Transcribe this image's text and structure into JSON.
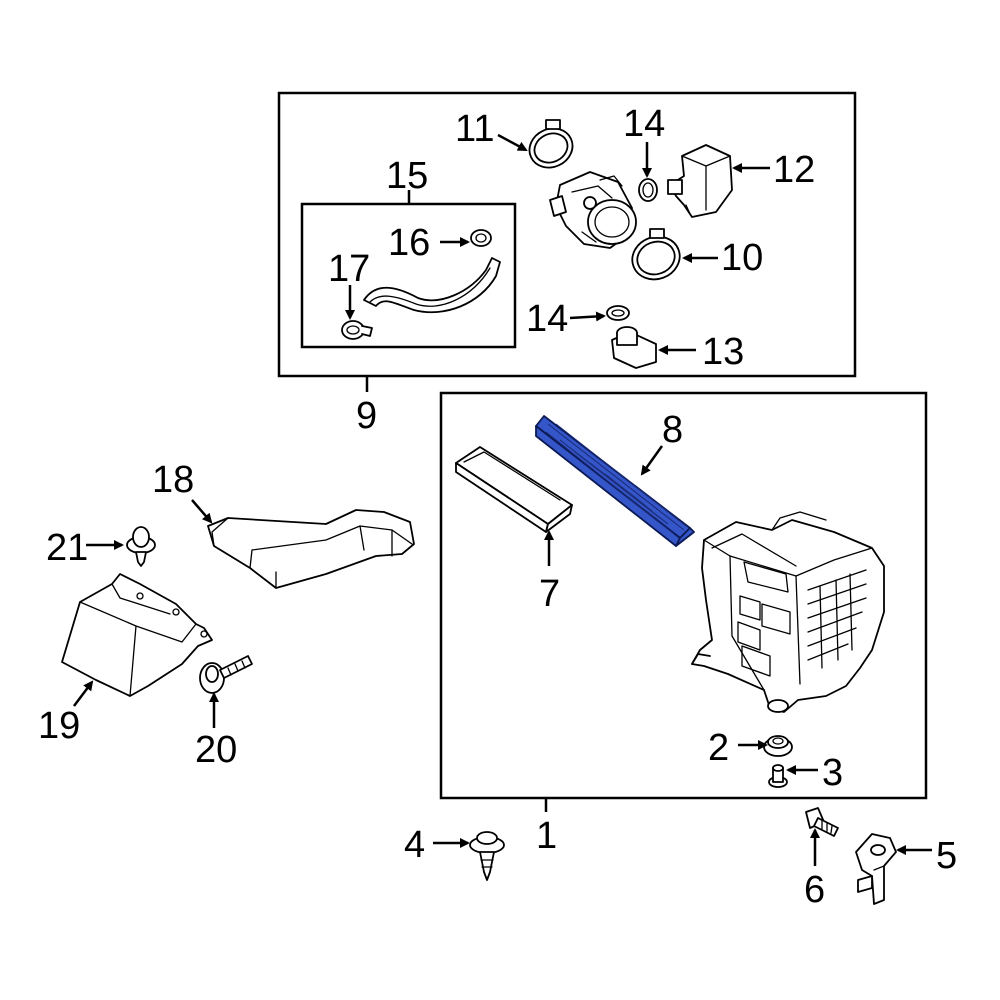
{
  "diagram": {
    "highlight_color": "#3556c9",
    "highlighted_part": "8",
    "callouts": {
      "c1": "1",
      "c2": "2",
      "c3": "3",
      "c4": "4",
      "c5": "5",
      "c6": "6",
      "c7": "7",
      "c8": "8",
      "c9": "9",
      "c10": "10",
      "c11": "11",
      "c12": "12",
      "c13": "13",
      "c14a": "14",
      "c14b": "14",
      "c15": "15",
      "c16": "16",
      "c17": "17",
      "c18": "18",
      "c19": "19",
      "c20": "20",
      "c21": "21"
    }
  }
}
